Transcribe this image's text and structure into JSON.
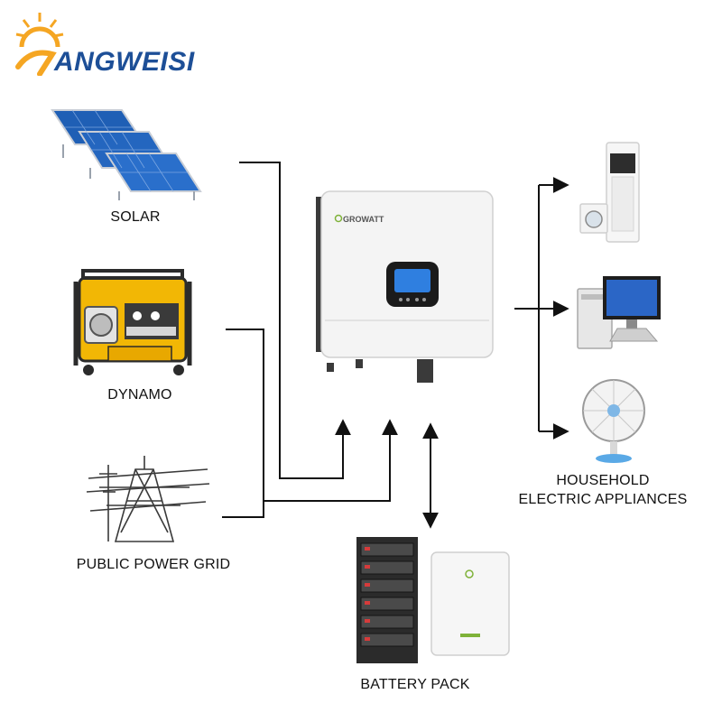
{
  "brand": {
    "logo_text": "ANGWEISI",
    "accent_orange": "#f5a623",
    "accent_blue": "#1d4f97"
  },
  "inverter": {
    "brand_text": "GROWATT"
  },
  "sources": [
    {
      "label": "SOLAR",
      "icon": "solar-panel-icon"
    },
    {
      "label": "DYNAMO",
      "icon": "generator-icon"
    },
    {
      "label": "PUBLIC POWER GRID",
      "icon": "power-tower-icon"
    }
  ],
  "outputs": {
    "label_line1": "HOUSEHOLD",
    "label_line2": "ELECTRIC APPLIANCES",
    "items": [
      {
        "icon": "air-conditioner-washer-icon"
      },
      {
        "icon": "computer-icon"
      },
      {
        "icon": "fan-icon"
      }
    ]
  },
  "battery": {
    "label": "BATTERY PACK",
    "rack_icon": "battery-rack-icon",
    "wall_icon": "wall-battery-icon"
  },
  "colors": {
    "line": "#111111",
    "panel_blue": "#1f5fb5",
    "generator_yellow": "#f2b705",
    "inverter_body": "#f4f4f4"
  }
}
